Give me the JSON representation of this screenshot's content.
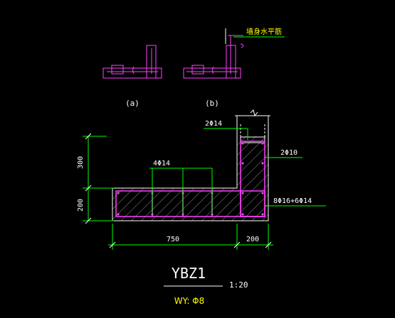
{
  "detail_a": {
    "caption": "(a)"
  },
  "detail_b": {
    "caption": "(b)",
    "note": "墙身水平筋"
  },
  "section": {
    "top_bar_label": "2Φ14",
    "inner_bar_label": "2Φ10",
    "middle_bar_label": "4Φ14",
    "corner_bar_label": "8Φ16+6Φ14",
    "dim_width_long": "750",
    "dim_width_short": "200",
    "dim_height_upper": "300",
    "dim_height_lower": "200"
  },
  "title_block": {
    "name": "YBZ1",
    "scale": "1:20",
    "stirrup": "WY: Φ8"
  },
  "colors": {
    "background": "#000000",
    "outline": "#ffffff",
    "rebar_detail": "#ff40ff",
    "dimension": "#00ff00",
    "hatch": "#c0c0c0",
    "text": "#ffffff",
    "note_text": "#ffff00"
  }
}
